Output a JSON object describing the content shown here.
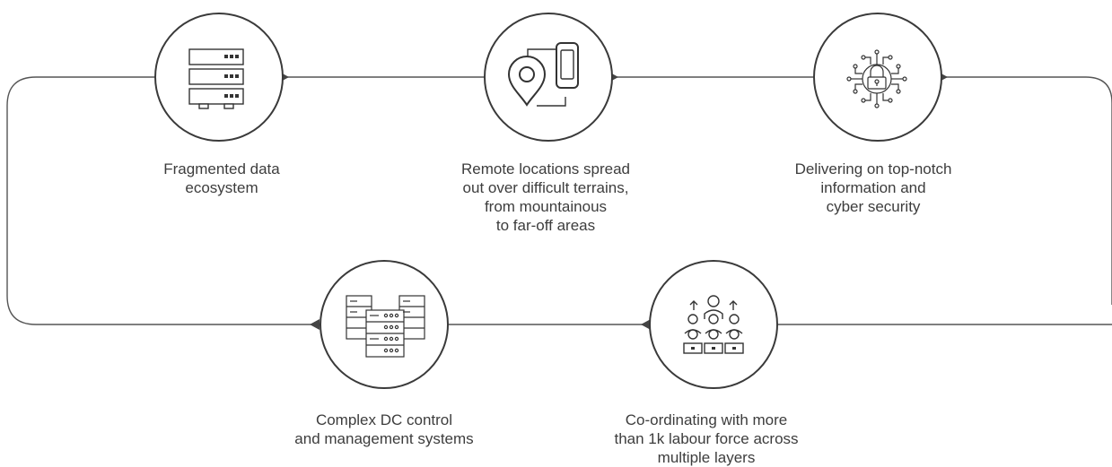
{
  "colors": {
    "line": "#555555",
    "circle_stroke": "#3a3a3a",
    "text": "#3d3d3d",
    "background": "#ffffff"
  },
  "steps": [
    {
      "icon": "server-rack-icon",
      "lines": [
        "Fragmented data",
        "ecosystem"
      ]
    },
    {
      "icon": "location-phone-icon",
      "lines": [
        "Remote locations spread",
        "out over difficult terrains,",
        "from mountainous",
        "to far-off areas"
      ]
    },
    {
      "icon": "cyber-lock-icon",
      "lines": [
        "Delivering on top-notch",
        "information and",
        "cyber security"
      ]
    },
    {
      "icon": "server-cluster-icon",
      "lines": [
        "Complex DC control",
        "and management systems"
      ]
    },
    {
      "icon": "workforce-icon",
      "lines": [
        "Co-ordinating with more",
        "than 1k labour force across",
        "multiple layers"
      ]
    }
  ]
}
